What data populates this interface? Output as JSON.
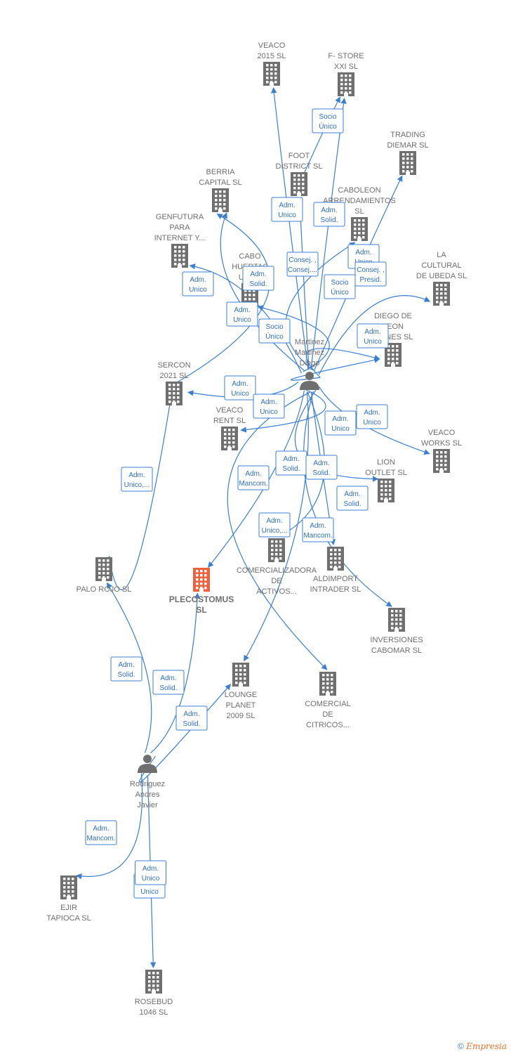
{
  "colors": {
    "edge": "#3b7fd1",
    "building": "#6f6f6f",
    "building_main": "#f0603a",
    "person": "#6f6f6f"
  },
  "nodes": [
    {
      "id": "veaco2015",
      "type": "company",
      "label": [
        "VEACO",
        "2015  SL"
      ]
    },
    {
      "id": "fstore",
      "type": "company",
      "label": [
        "F- STORE",
        "XXI  SL"
      ]
    },
    {
      "id": "trading",
      "type": "company",
      "label": [
        "TRADING",
        "DIEMAR  SL"
      ]
    },
    {
      "id": "foot",
      "type": "company",
      "label": [
        "FOOT",
        "DISTRICT SL"
      ]
    },
    {
      "id": "berria",
      "type": "company",
      "label": [
        "BERRIA",
        "CAPITAL  SL"
      ]
    },
    {
      "id": "caboleon",
      "type": "company",
      "label": [
        "CABOLEON",
        "ARRENDAMIENTOS",
        "SL"
      ]
    },
    {
      "id": "genfutura",
      "type": "company",
      "label": [
        "GENFUTURA",
        "PARA",
        "INTERNET Y..."
      ]
    },
    {
      "id": "cabo",
      "type": "company",
      "label": [
        "CABO",
        "HUERTAS",
        "URB..."
      ]
    },
    {
      "id": "lacultural",
      "type": "company",
      "label": [
        "LA",
        "CULTURAL",
        "DE UBEDA  SL"
      ]
    },
    {
      "id": "diegodeleon",
      "type": "company",
      "label": [
        "DIEGO DE",
        "LEON",
        "...ONES SL"
      ]
    },
    {
      "id": "sercon",
      "type": "company",
      "label": [
        "SERCON",
        "2021 SL"
      ]
    },
    {
      "id": "veacorent",
      "type": "company",
      "label": [
        "VEACO",
        "RENT  SL"
      ]
    },
    {
      "id": "veacoworks",
      "type": "company",
      "label": [
        "VEACO",
        "WORKS  SL"
      ]
    },
    {
      "id": "lionoutlet",
      "type": "company",
      "label": [
        "LION",
        "OUTLET  SL"
      ]
    },
    {
      "id": "palorojo",
      "type": "company",
      "label": [
        "PALO ROJO  SL"
      ]
    },
    {
      "id": "plecostomus",
      "type": "company",
      "main": true,
      "label": [
        "PLECOSTOMUS",
        "SL"
      ]
    },
    {
      "id": "comercializadora",
      "type": "company",
      "label": [
        "COMERCIALIZADORA",
        "DE",
        "ACTIVOS..."
      ]
    },
    {
      "id": "aldimport",
      "type": "company",
      "label": [
        "ALDIMPORT",
        "INTRADER  SL"
      ]
    },
    {
      "id": "inversiones",
      "type": "company",
      "label": [
        "INVERSIONES",
        "CABOMAR SL"
      ]
    },
    {
      "id": "lounge",
      "type": "company",
      "label": [
        "LOUNGE",
        "PLANET",
        "2009 SL"
      ]
    },
    {
      "id": "comercial",
      "type": "company",
      "label": [
        "COMERCIAL",
        "DE",
        "CITRICOS..."
      ]
    },
    {
      "id": "ejir",
      "type": "company",
      "label": [
        "EJIR",
        "TAPIOCA  SL"
      ]
    },
    {
      "id": "rosebud",
      "type": "company",
      "label": [
        "ROSEBUD",
        "1046  SL"
      ]
    },
    {
      "id": "martinez",
      "type": "person",
      "label": [
        "Martinez",
        "Martinez",
        "Diego"
      ]
    },
    {
      "id": "rodriguez",
      "type": "person",
      "label": [
        "Rodriguez",
        "Andres",
        "Javier"
      ]
    }
  ],
  "edges": [
    {
      "from": "martinez",
      "to": "veaco2015",
      "label": [
        "Adm.",
        "Unico"
      ]
    },
    {
      "from": "martinez",
      "to": "fstore",
      "label": [
        "Adm.",
        "Solid."
      ]
    },
    {
      "from": "foot",
      "to": "fstore",
      "label": [
        "Socio",
        "Único"
      ]
    },
    {
      "from": "martinez",
      "to": "trading",
      "label": [
        "Adm.",
        "Unico"
      ]
    },
    {
      "from": "martinez",
      "to": "foot",
      "label": [
        "Consej. ,",
        "Consej...."
      ]
    },
    {
      "from": "martinez",
      "to": "berria",
      "label": [
        "Adm.",
        "Unico"
      ]
    },
    {
      "from": "sercon",
      "to": "berria",
      "label": [
        "Socio",
        "Único"
      ]
    },
    {
      "from": "martinez",
      "to": "caboleon",
      "label": [
        "Adm.",
        "Unico"
      ]
    },
    {
      "from": "martinez",
      "to": "genfutura",
      "label": [
        "Adm.",
        "Solid."
      ]
    },
    {
      "from": "martinez",
      "to": "cabo",
      "label": [
        "Adm.",
        "Unico"
      ]
    },
    {
      "from": "martinez",
      "to": "lacultural",
      "label": [
        "Consej. ,",
        "Presid."
      ]
    },
    {
      "from": "martinez",
      "to": "diegodeleon",
      "label": [
        "Socio",
        "Único"
      ]
    },
    {
      "from": "martinez",
      "to": "diegodeleon",
      "label": [
        "Adm.",
        "Unico"
      ]
    },
    {
      "from": "martinez",
      "to": "sercon",
      "label": [
        "Adm.",
        "Unico"
      ]
    },
    {
      "from": "martinez",
      "to": "veacorent",
      "label": [
        "Adm.",
        "Unico"
      ]
    },
    {
      "from": "martinez",
      "to": "veacoworks",
      "label": [
        "Adm.",
        "Unico"
      ]
    },
    {
      "from": "martinez",
      "to": "lionoutlet",
      "label": [
        "Adm.",
        "Mancom."
      ]
    },
    {
      "from": "martinez",
      "to": "plecostomus",
      "label": [
        "Adm.",
        "Solid."
      ]
    },
    {
      "from": "martinez",
      "to": "comercializadora",
      "label": [
        "Adm.",
        "Solid."
      ]
    },
    {
      "from": "martinez",
      "to": "aldimport",
      "label": [
        "Adm.",
        "Solid."
      ]
    },
    {
      "from": "martinez",
      "to": "inversiones",
      "label": [
        "Adm.",
        "Unico,..."
      ]
    },
    {
      "from": "martinez",
      "to": "lounge",
      "label": [
        "Adm.",
        "Mancom."
      ]
    },
    {
      "from": "martinez",
      "to": "comercial",
      "label": [
        "Adm.",
        "Unico,..."
      ]
    },
    {
      "from": "sercon",
      "to": "palorojo",
      "label": [
        "Adm.",
        "Solid."
      ]
    },
    {
      "from": "rodriguez",
      "to": "palorojo",
      "label": [
        "Adm.",
        "Solid."
      ]
    },
    {
      "from": "rodriguez",
      "to": "plecostomus",
      "label": [
        "Adm.",
        "Solid."
      ]
    },
    {
      "from": "rodriguez",
      "to": "lounge",
      "label": [
        "Adm.",
        "Mancom."
      ]
    },
    {
      "from": "rodriguez",
      "to": "ejir",
      "label": [
        "Adm.",
        "Unico"
      ]
    },
    {
      "from": "rodriguez",
      "to": "rosebud",
      "label": [
        "Adm.",
        "Unico"
      ]
    }
  ],
  "footer": {
    "copyright": "©",
    "brand": "Empresia"
  }
}
